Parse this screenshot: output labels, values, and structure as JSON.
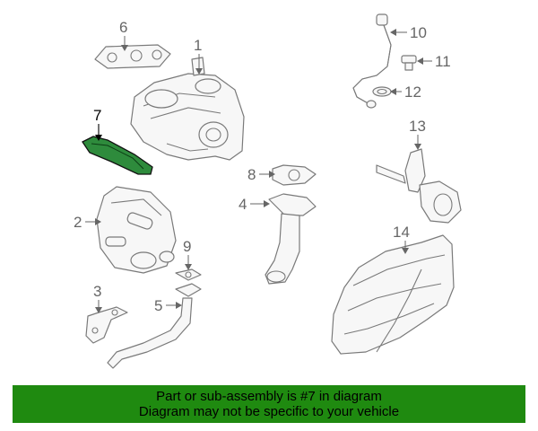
{
  "parts": [
    {
      "number": "1"
    },
    {
      "number": "2"
    },
    {
      "number": "3"
    },
    {
      "number": "4"
    },
    {
      "number": "5"
    },
    {
      "number": "6"
    },
    {
      "number": "7"
    },
    {
      "number": "8"
    },
    {
      "number": "9"
    },
    {
      "number": "10"
    },
    {
      "number": "11"
    },
    {
      "number": "12"
    },
    {
      "number": "13"
    },
    {
      "number": "14"
    }
  ],
  "highlighted_part": "7",
  "highlight_color": "#2e8b3c",
  "banner": {
    "line1": "Part or sub-assembly is #7 in diagram",
    "line2": "Diagram may not be specific to your vehicle",
    "background": "#1f8a10"
  }
}
